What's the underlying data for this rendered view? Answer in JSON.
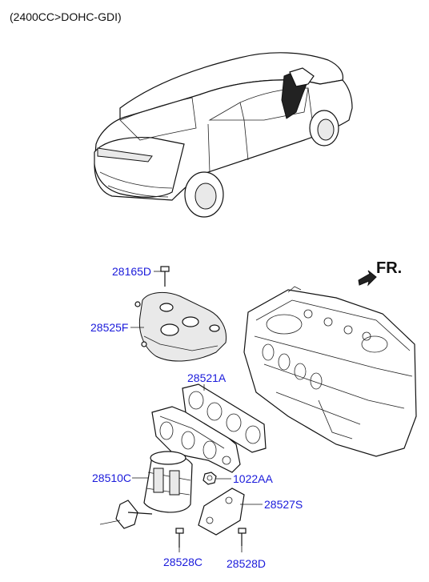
{
  "header": {
    "engine_spec": "(2400CC>DOHC-GDI)"
  },
  "direction": {
    "front_label": "FR."
  },
  "colors": {
    "part_label": "#1a1adb",
    "line": "#111111"
  },
  "parts": [
    {
      "id": "p1",
      "number": "28165D",
      "name_hint": "bolt"
    },
    {
      "id": "p2",
      "number": "28525F",
      "name_hint": "heat-protector"
    },
    {
      "id": "p3",
      "number": "28521A",
      "name_hint": "gasket"
    },
    {
      "id": "p4",
      "number": "28510C",
      "name_hint": "exhaust-manifold-catalytic-converter"
    },
    {
      "id": "p5",
      "number": "1022AA",
      "name_hint": "nut"
    },
    {
      "id": "p6",
      "number": "28527S",
      "name_hint": "stay-bracket"
    },
    {
      "id": "p7",
      "number": "28528C",
      "name_hint": "bolt"
    },
    {
      "id": "p8",
      "number": "28528D",
      "name_hint": "bolt"
    }
  ]
}
